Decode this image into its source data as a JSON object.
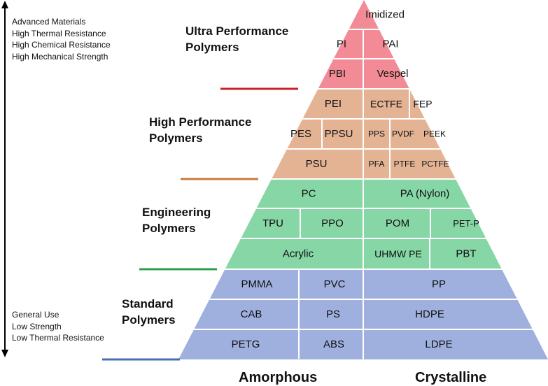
{
  "side_notes": {
    "top": [
      "Advanced Materials",
      "High Thermal Resistance",
      "High Chemical Resistance",
      "High Mechanical Strength"
    ],
    "bottom": [
      "General Use",
      "Low Strength",
      "Low Thermal Resistance"
    ]
  },
  "tiers": [
    {
      "label": [
        "Ultra Performance",
        "Polymers"
      ],
      "color": "#f28b96",
      "divider_color": "#c8202a",
      "rows": [
        [
          {
            "text": "Imidized",
            "span": "full"
          }
        ],
        [
          {
            "text": "PI",
            "side": "left"
          },
          {
            "text": "PAI",
            "side": "right"
          }
        ],
        [
          {
            "text": "PBI",
            "side": "left"
          },
          {
            "text": "Vespel",
            "side": "right"
          }
        ]
      ]
    },
    {
      "label": [
        "High Performance",
        "Polymers"
      ],
      "color": "#e3b394",
      "divider_color": "#c87a3a",
      "rows": [
        [
          {
            "text": "PEI",
            "side": "left"
          },
          {
            "text": "ECTFE",
            "side": "right"
          },
          {
            "text": "FEP",
            "side": "right"
          }
        ],
        [
          {
            "text": "PES",
            "side": "left"
          },
          {
            "text": "PPSU",
            "side": "left"
          },
          {
            "text": "PPS",
            "side": "right"
          },
          {
            "text": "PVDF",
            "side": "right"
          },
          {
            "text": "PEEK",
            "side": "right"
          }
        ],
        [
          {
            "text": "PSU",
            "side": "left"
          },
          {
            "text": "PFA",
            "side": "right"
          },
          {
            "text": "PTFE",
            "side": "right"
          },
          {
            "text": "PCTFE",
            "side": "right"
          }
        ]
      ]
    },
    {
      "label": [
        "Engineering",
        "Polymers"
      ],
      "color": "#86d6a6",
      "divider_color": "#2aa24a",
      "rows": [
        [
          {
            "text": "PC",
            "side": "left"
          },
          {
            "text": "PA (Nylon)",
            "side": "right"
          }
        ],
        [
          {
            "text": "TPU",
            "side": "left"
          },
          {
            "text": "PPO",
            "side": "left"
          },
          {
            "text": "POM",
            "side": "right"
          },
          {
            "text": "PET-P",
            "side": "right"
          }
        ],
        [
          {
            "text": "Acrylic",
            "side": "left"
          },
          {
            "text": "UHMW PE",
            "side": "right"
          },
          {
            "text": "PBT",
            "side": "right"
          }
        ]
      ]
    },
    {
      "label": [
        "Standard",
        "Polymers"
      ],
      "color": "#9fb0de",
      "divider_color": "#4a6fb0",
      "rows": [
        [
          {
            "text": "PMMA",
            "side": "left"
          },
          {
            "text": "PVC",
            "side": "left"
          },
          {
            "text": "PP",
            "side": "right"
          }
        ],
        [
          {
            "text": "CAB",
            "side": "left"
          },
          {
            "text": "PS",
            "side": "left"
          },
          {
            "text": "HDPE",
            "side": "right"
          }
        ],
        [
          {
            "text": "PETG",
            "side": "left"
          },
          {
            "text": "ABS",
            "side": "left"
          },
          {
            "text": "LDPE",
            "side": "right"
          }
        ]
      ]
    }
  ],
  "columns": {
    "left": "Amorphous",
    "right": "Crystalline"
  },
  "arrow_color": "#000000"
}
